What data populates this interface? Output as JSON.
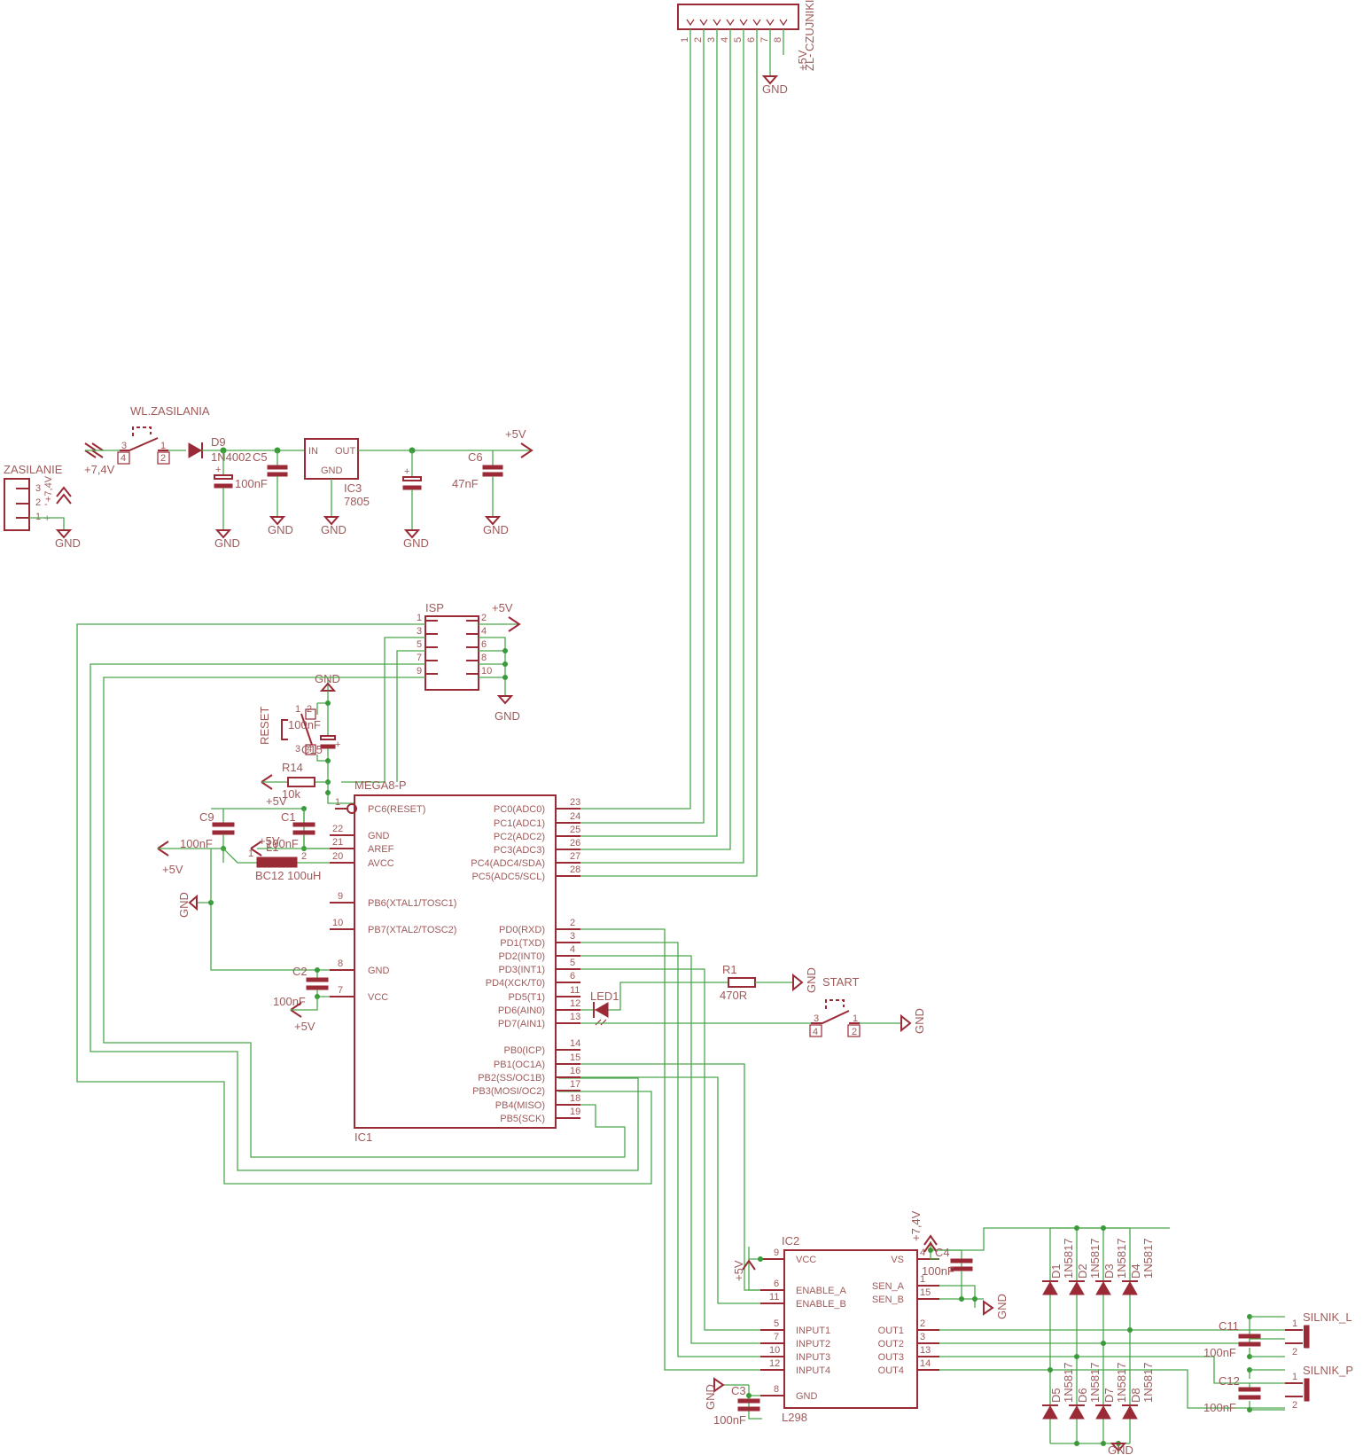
{
  "connector_top": {
    "pins": [
      "1",
      "2",
      "3",
      "4",
      "5",
      "6",
      "7",
      "8"
    ],
    "name": "CZUJNIKI",
    "value": "ZL-",
    "net_label": "+5V",
    "gnd": "GND"
  },
  "power": {
    "switch_name": "WL.ZASILANIA",
    "in_label": "+7,4V",
    "diode_name": "D9",
    "diode_value": "1N4002",
    "cap_c5_name": "C5",
    "cap_c5_value": "100nF",
    "reg_name": "IC3",
    "reg_value": "7805",
    "reg_in": "IN",
    "reg_out": "OUT",
    "reg_gnd": "GND",
    "cap_c6_name": "C6",
    "cap_c6_value": "47nF",
    "out_label": "+5V",
    "gnd": "GND",
    "sw_pins": [
      "3",
      "1",
      "4",
      "2"
    ]
  },
  "zasilanie": {
    "name": "ZASILANIE",
    "pins": [
      "3",
      "2",
      "1"
    ],
    "pin_labels": [
      "+7,4V",
      "-",
      "+"
    ],
    "gnd": "GND"
  },
  "isp": {
    "name": "ISP",
    "left_pins": [
      "1",
      "3",
      "5",
      "7",
      "9"
    ],
    "right_pins": [
      "2",
      "4",
      "6",
      "8",
      "10"
    ],
    "vcc": "+5V",
    "gnd_right": "GND",
    "gnd_top": "GND"
  },
  "reset": {
    "name": "RESET",
    "cap_value": "100nF",
    "cap_name": "C15",
    "pins": [
      "2",
      "1",
      "3",
      "4"
    ],
    "r_name": "R14",
    "r_value": "10k",
    "vcc": "+5V"
  },
  "mcu": {
    "name": "MEGA8-P",
    "ref": "IC1",
    "left": [
      {
        "num": "1",
        "name": "PC6(RESET)"
      },
      {
        "num": "22",
        "name": "GND"
      },
      {
        "num": "21",
        "name": "AREF"
      },
      {
        "num": "20",
        "name": "AVCC"
      },
      {
        "num": "9",
        "name": "PB6(XTAL1/TOSC1)"
      },
      {
        "num": "10",
        "name": "PB7(XTAL2/TOSC2)"
      },
      {
        "num": "8",
        "name": "GND"
      },
      {
        "num": "7",
        "name": "VCC"
      }
    ],
    "right": [
      {
        "num": "23",
        "name": "PC0(ADC0)"
      },
      {
        "num": "24",
        "name": "PC1(ADC1)"
      },
      {
        "num": "25",
        "name": "PC2(ADC2)"
      },
      {
        "num": "26",
        "name": "PC3(ADC3)"
      },
      {
        "num": "27",
        "name": "PC4(ADC4/SDA)"
      },
      {
        "num": "28",
        "name": "PC5(ADC5/SCL)"
      },
      {
        "num": "2",
        "name": "PD0(RXD)"
      },
      {
        "num": "3",
        "name": "PD1(TXD)"
      },
      {
        "num": "4",
        "name": "PD2(INT0)"
      },
      {
        "num": "5",
        "name": "PD3(INT1)"
      },
      {
        "num": "6",
        "name": "PD4(XCK/T0)"
      },
      {
        "num": "11",
        "name": "PD5(T1)"
      },
      {
        "num": "12",
        "name": "PD6(AIN0)"
      },
      {
        "num": "13",
        "name": "PD7(AIN1)"
      },
      {
        "num": "14",
        "name": "PB0(ICP)"
      },
      {
        "num": "15",
        "name": "PB1(OC1A)"
      },
      {
        "num": "16",
        "name": "PB2(SS/OC1B)"
      },
      {
        "num": "17",
        "name": "PB3(MOSI/OC2)"
      },
      {
        "num": "18",
        "name": "PB4(MISO)"
      },
      {
        "num": "19",
        "name": "PB5(SCK)"
      }
    ]
  },
  "analog": {
    "c9_name": "C9",
    "c9_value": "100nF",
    "c1_name": "C1",
    "c1_value": "100nF",
    "vcc_c1": "+5V",
    "vcc_left": "+5V",
    "gnd_left": "GND",
    "l1_name": "L1",
    "l1_value": "BC12 100uH",
    "l1_pins": [
      "1",
      "2"
    ],
    "c2_name": "C2",
    "c2_value": "100nF",
    "vcc_c2": "+5V"
  },
  "led": {
    "r_name": "R1",
    "r_value": "470R",
    "led_name": "LED1",
    "gnd": "GND"
  },
  "start": {
    "name": "START",
    "pins": [
      "3",
      "1",
      "4",
      "2"
    ],
    "gnd": "GND"
  },
  "driver": {
    "ref": "IC2",
    "name": "L298",
    "left": [
      {
        "num": "9",
        "name": "VCC"
      },
      {
        "num": "6",
        "name": "ENABLE_A"
      },
      {
        "num": "11",
        "name": "ENABLE_B"
      },
      {
        "num": "5",
        "name": "INPUT1"
      },
      {
        "num": "7",
        "name": "INPUT2"
      },
      {
        "num": "10",
        "name": "INPUT3"
      },
      {
        "num": "12",
        "name": "INPUT4"
      },
      {
        "num": "8",
        "name": "GND"
      }
    ],
    "right": [
      {
        "num": "4",
        "name": "VS"
      },
      {
        "num": "1",
        "name": "SEN_A"
      },
      {
        "num": "15",
        "name": "SEN_B"
      },
      {
        "num": "2",
        "name": "OUT1"
      },
      {
        "num": "3",
        "name": "OUT2"
      },
      {
        "num": "13",
        "name": "OUT3"
      },
      {
        "num": "14",
        "name": "OUT4"
      }
    ],
    "vcc": "+5V",
    "vs": "+7,4V",
    "c4_name": "C4",
    "c4_value": "100nF",
    "c3_name": "C3",
    "c3_value": "100nF",
    "gnd_sen": "GND",
    "gnd_c3": "GND"
  },
  "diodes": {
    "top": [
      "D1",
      "D2",
      "D3",
      "D4"
    ],
    "bottom": [
      "D5",
      "D6",
      "D7",
      "D8"
    ],
    "value": "1N5817",
    "gnd": "GND"
  },
  "motors": {
    "c11_name": "C11",
    "c11_value": "100nF",
    "c12_name": "C12",
    "c12_value": "100nF",
    "left_name": "SILNIK_L",
    "right_name": "SILNIK_P",
    "pins": [
      "1",
      "2"
    ]
  }
}
